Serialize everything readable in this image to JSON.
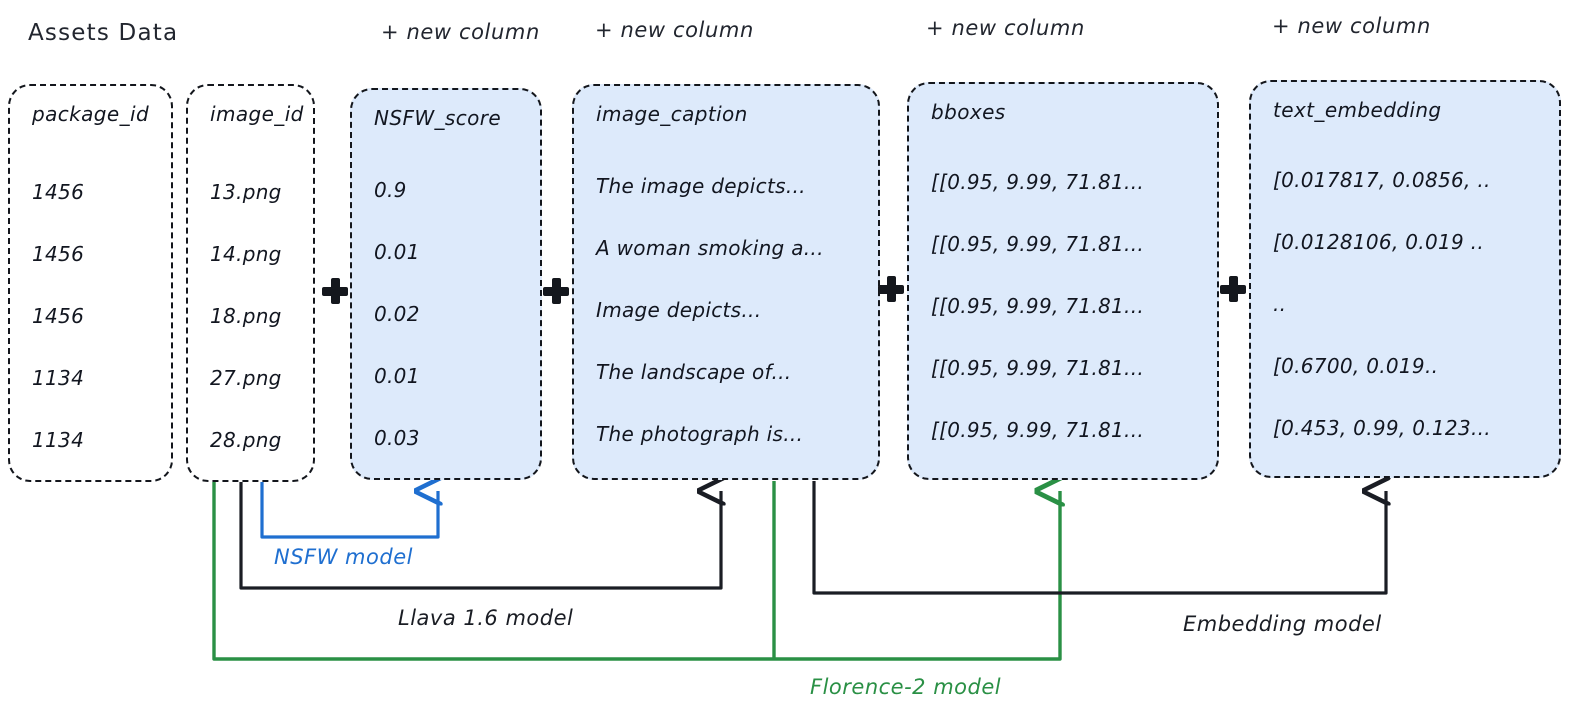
{
  "diagram": {
    "title": "Assets Data",
    "new_column_label": "+ new column",
    "plus_symbol": "+",
    "colors": {
      "nsfw_model": "#1f6fd0",
      "llava_model": "#1a1d24",
      "florence_model": "#2a9045",
      "embedding_model": "#1a1d24",
      "new_column_fill": "#ddeafb",
      "border": "#13161c"
    }
  },
  "columns": [
    {
      "id": "package_id",
      "header": "package_id",
      "is_new": false,
      "cells": [
        "1456",
        "1456",
        "1456",
        "1134",
        "1134"
      ]
    },
    {
      "id": "image_id",
      "header": "image_id",
      "is_new": false,
      "cells": [
        "13.png",
        "14.png",
        "18.png",
        "27.png",
        "28.png"
      ]
    },
    {
      "id": "NSFW_score",
      "header": "NSFW_score",
      "is_new": true,
      "cells": [
        "0.9",
        "0.01",
        "0.02",
        "0.01",
        "0.03"
      ]
    },
    {
      "id": "image_caption",
      "header": "image_caption",
      "is_new": true,
      "cells": [
        "The image depicts...",
        "A woman smoking a...",
        "Image depicts...",
        "The landscape of...",
        "The photograph is..."
      ]
    },
    {
      "id": "bboxes",
      "header": "bboxes",
      "is_new": true,
      "cells": [
        "[[0.95, 9.99, 71.81...",
        "[[0.95, 9.99, 71.81...",
        "[[0.95, 9.99, 71.81...",
        "[[0.95, 9.99, 71.81...",
        "[[0.95, 9.99, 71.81..."
      ]
    },
    {
      "id": "text_embedding",
      "header": "text_embedding",
      "is_new": true,
      "cells": [
        "[0.017817, 0.0856, ..",
        "[0.0128106, 0.019 ..",
        "..",
        "[0.6700, 0.019..",
        "[0.453, 0.99, 0.123..."
      ]
    }
  ],
  "connectors": [
    {
      "id": "nsfw",
      "label": "NSFW model",
      "source": "image_id",
      "target": "NSFW_score"
    },
    {
      "id": "llava",
      "label": "Llava 1.6 model",
      "source": "image_id",
      "target": "image_caption"
    },
    {
      "id": "florence",
      "label": "Florence-2 model",
      "source": "image_id",
      "target": "bboxes"
    },
    {
      "id": "embedding",
      "label": "Embedding model",
      "source": "image_caption",
      "target": "text_embedding"
    }
  ]
}
